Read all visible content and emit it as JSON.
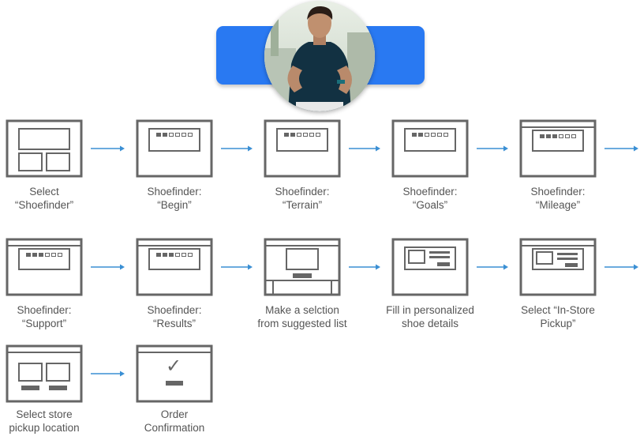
{
  "colors": {
    "banner": "#2979f2",
    "arrow": "#3a8fd4",
    "frame": "#666666",
    "text": "#555555"
  },
  "rows": [
    {
      "steps": [
        {
          "line1": "Select",
          "line2": "“Shoefinder”",
          "layout": "home"
        },
        {
          "line1": "Shoefinder:",
          "line2": "“Begin”",
          "layout": "progress-window"
        },
        {
          "line1": "Shoefinder:",
          "line2": "“Terrain”",
          "layout": "progress-window"
        },
        {
          "line1": "Shoefinder:",
          "line2": "“Goals”",
          "layout": "progress-window"
        },
        {
          "line1": "Shoefinder:",
          "line2": "“Mileage”",
          "layout": "progress-window-header"
        }
      ]
    },
    {
      "steps": [
        {
          "line1": "Shoefinder:",
          "line2": "“Support”",
          "layout": "progress-window-header"
        },
        {
          "line1": "Shoefinder:",
          "line2": "“Results”",
          "layout": "progress-window-header"
        },
        {
          "line1": "Make a selction",
          "line2": "from suggested list",
          "layout": "product-list"
        },
        {
          "line1": "Fill in personalized",
          "line2": "shoe details",
          "layout": "product-details"
        },
        {
          "line1": "Select “In-Store",
          "line2": "Pickup”",
          "layout": "product-details-header"
        }
      ]
    },
    {
      "steps": [
        {
          "line1": "Select store",
          "line2": "pickup location",
          "layout": "store-pickup"
        },
        {
          "line1": "Order",
          "line2": "Confirmation",
          "layout": "confirmation"
        }
      ]
    }
  ],
  "icons": {
    "arrow": "right-arrow-icon",
    "confirm": "check-icon"
  }
}
